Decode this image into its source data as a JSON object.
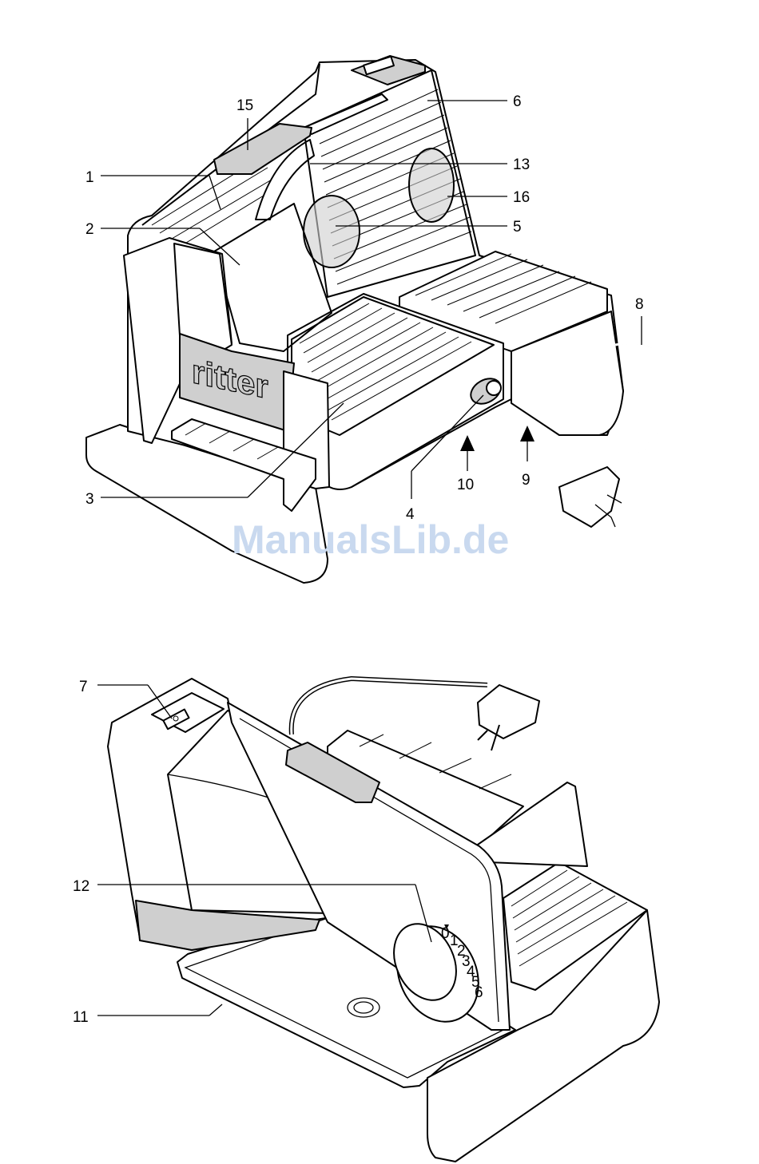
{
  "watermark": "ManualsLib.de",
  "brand_label": "ritter",
  "callouts_top": [
    "1",
    "2",
    "3",
    "4",
    "5",
    "6",
    "8",
    "9",
    "10",
    "13",
    "15",
    "16"
  ],
  "callouts_bottom": [
    "7",
    "11",
    "12"
  ],
  "dial_marks": [
    "0",
    "1",
    "2",
    "3",
    "4",
    "5",
    "6"
  ],
  "colors": {
    "line": "#000000",
    "shade": "#cfcfcf",
    "watermark": "#c9d9ef"
  }
}
